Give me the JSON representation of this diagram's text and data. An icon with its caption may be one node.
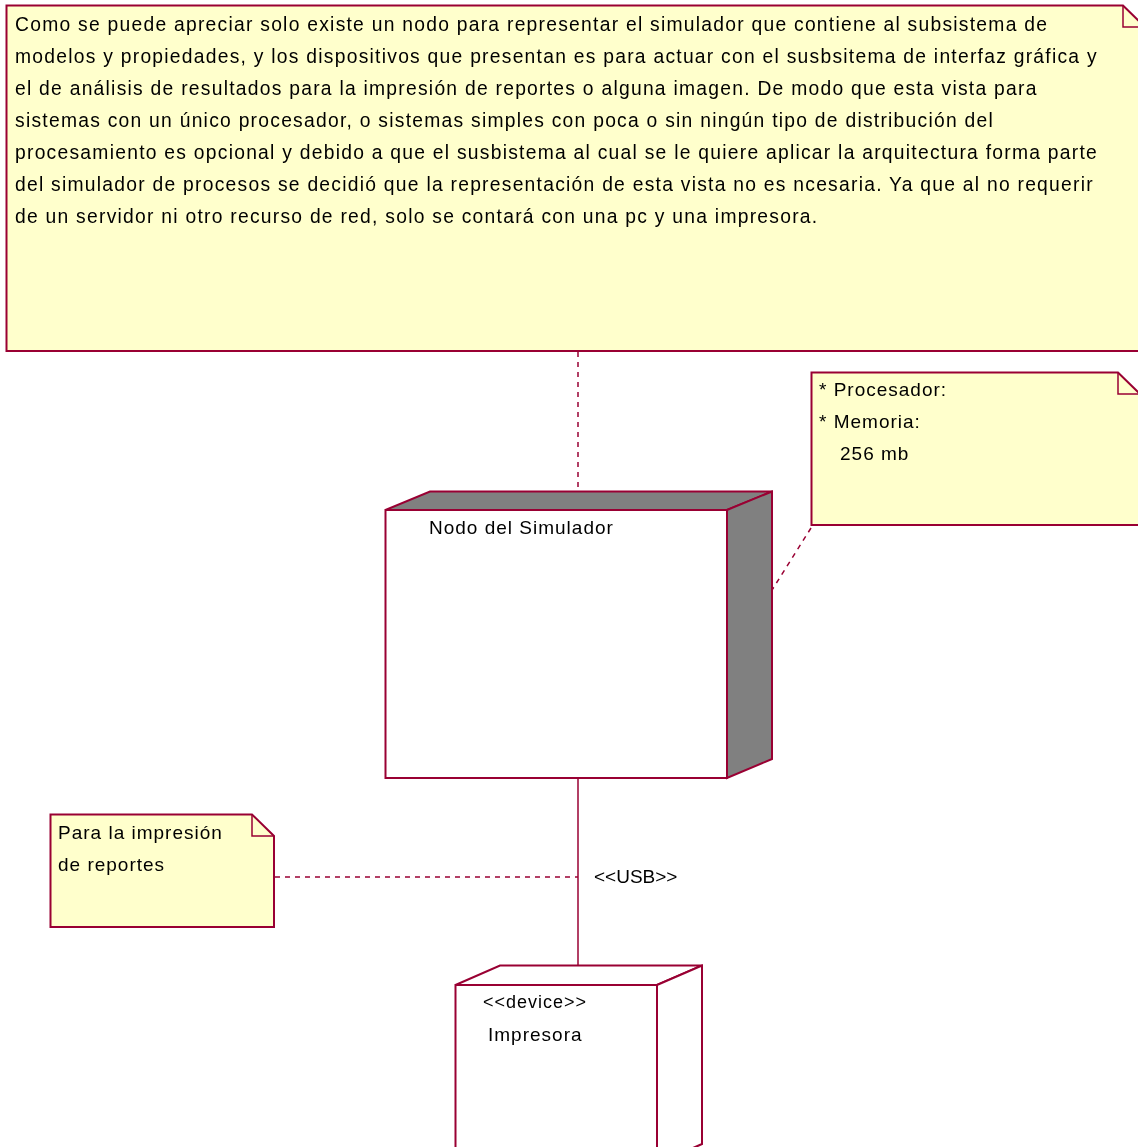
{
  "diagram": {
    "nodes": [
      {
        "text": [
          "Como se puede apreciar solo existe un nodo para representar el simulador que contiene al subsistema de modelos y propiedades, y los dispositivos que presentan es para actuar con el susbsitema de interfaz gráfica y el de análisis de resultados para la impresión de reportes o alguna imagen. De modo que esta vista para sistemas con un único procesador, o sistemas simples con poca o sin ningún tipo de distribución del procesamiento es opcional y debido a que el susbistema al cual se le quiere aplicar la arquitectura forma parte del simulador de procesos se decidió que la representación de esta vista no es ncesaria. Ya que al no requerir de un servidor ni otro recurso de red, solo se contará con una pc y una impresora."
        ]
      },
      {
        "text": [
          "* Procesador:",
          "* Memoria:",
          "256 mb"
        ]
      },
      {
        "text": [
          "Nodo del Simulador"
        ]
      },
      {
        "text": [
          "Para la impresión de reportes"
        ]
      },
      {
        "text": [
          "<<device>>",
          "Impresora"
        ]
      }
    ],
    "edges": [
      {
        "from": 0,
        "to": 2,
        "arrow": "none",
        "style": "dashed"
      },
      {
        "from": 1,
        "to": 2,
        "arrow": "none",
        "style": "dashed"
      },
      {
        "from": 2,
        "to": 4,
        "arrow": "none",
        "label": "<<USB>>"
      },
      {
        "from": 3,
        "to": null,
        "arrow": "none",
        "style": "dashed"
      }
    ]
  }
}
